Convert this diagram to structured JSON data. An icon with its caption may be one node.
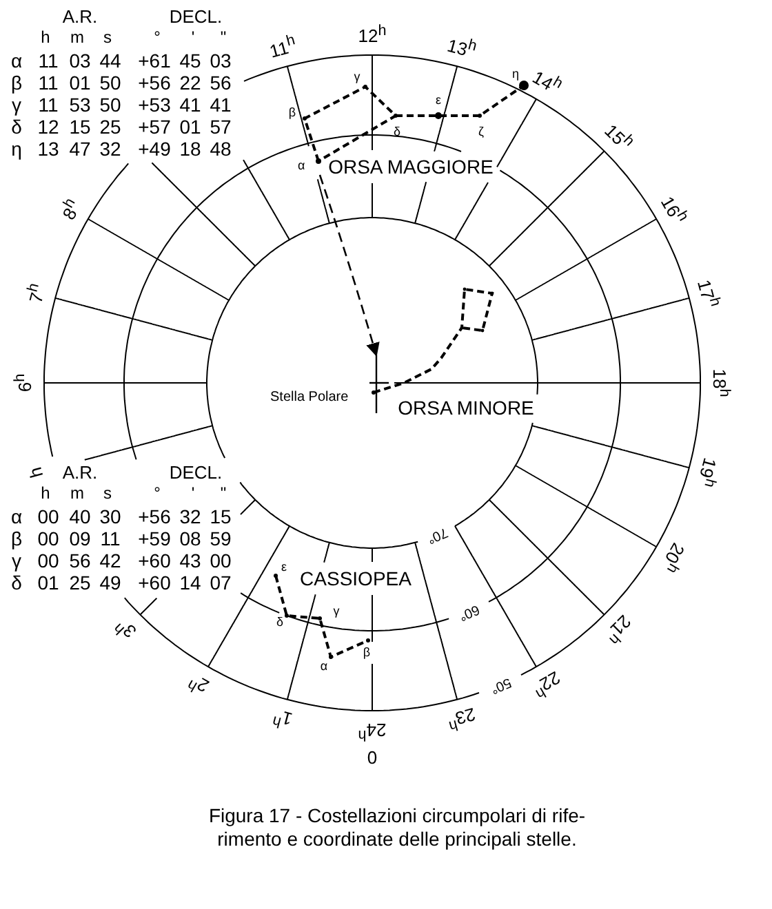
{
  "diagram": {
    "caption": "Figura 17 - Costellazioni circumpolari di rife- rimento e coordinate delle principali stelle.",
    "nodes": [
      {
        "text": [
          "α"
        ]
      },
      {
        "text": [
          "Stella Polare"
        ]
      }
    ],
    "edges": [
      {
        "from": 0,
        "to": 1,
        "arrow": "to",
        "style": "dashed"
      }
    ],
    "labels": [
      "A.R.",
      "DECL.",
      "h",
      "m",
      "s",
      "°",
      "'",
      "\"",
      "α",
      "11",
      "03",
      "44",
      "+61",
      "45",
      "03",
      "β",
      "11",
      "01",
      "50",
      "+56",
      "22",
      "56",
      "γ",
      "11",
      "53",
      "50",
      "+53",
      "41",
      "41",
      "δ",
      "12",
      "15",
      "25",
      "+57",
      "01",
      "57",
      "η",
      "13",
      "47",
      "32",
      "+49",
      "18",
      "48",
      "A.R.",
      "DECL.",
      "h",
      "m",
      "s",
      "°",
      "'",
      "\"",
      "α",
      "00",
      "40",
      "30",
      "+56",
      "32",
      "15",
      "β",
      "00",
      "09",
      "11",
      "+59",
      "08",
      "59",
      "γ",
      "00",
      "56",
      "42",
      "+60",
      "43",
      "00",
      "δ",
      "01",
      "25",
      "49",
      "+60",
      "14",
      "07",
      "11$^{h}$",
      "12$^{h}$",
      "13$^{h}$",
      "14$^{h}$",
      "15$^{h}$",
      "16$^{h}$",
      "17$^{h}$",
      "18$^{h}$",
      "19$^{h}$",
      "20$^{h}$",
      "21$^{h}$",
      "22$^{h}$",
      "23$^{h}$",
      "24$^{h}$",
      "0",
      "1$^{h}$",
      "2$^{h}$",
      "3$^{h}$",
      "h",
      "6$^{h}$",
      "7$^{h}$",
      "8$^{h}$",
      "70°",
      "60°",
      "50°",
      "γ",
      "β",
      "δ",
      "ε",
      "ζ",
      "η",
      "ORSA MAGGIORE",
      "ORSA MINORE",
      "ε",
      "δ",
      "γ",
      "α",
      "β",
      "CASSIOPEA"
    ]
  }
}
